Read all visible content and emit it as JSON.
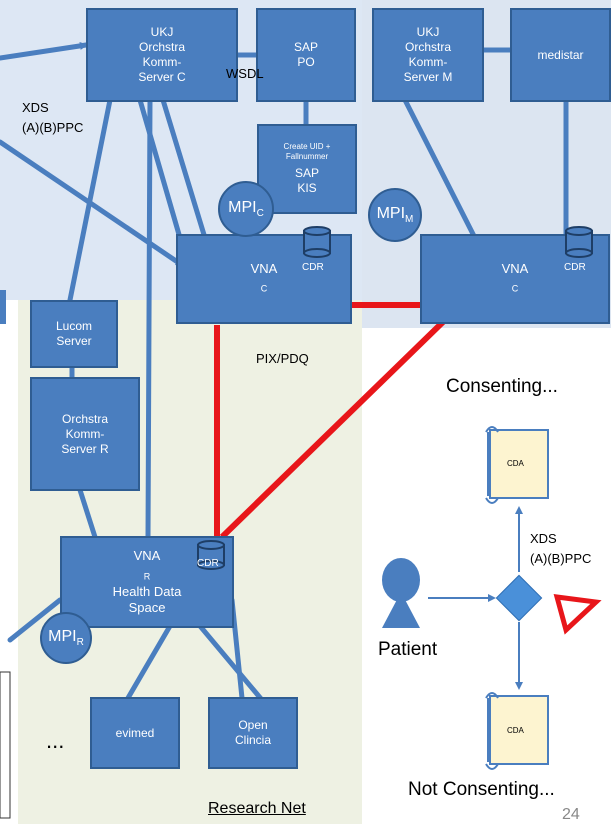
{
  "colors": {
    "top_bg": "#dde7f4",
    "research_bg": "#eef1e3",
    "box": "#4a7ebf",
    "box_border": "#2f5d92",
    "red": "#e8161a",
    "scroll": "#fdf4d0"
  },
  "boxes": {
    "ukj_c": "UKJ\nOrchstra\nKomm-\nServer C",
    "sap_po": "SAP\nPO",
    "ukj_m": "UKJ\nOrchstra\nKomm-\nServer M",
    "medistar": "medistar",
    "sap_kis_small": "Create UID +\nFallnummer",
    "sap_kis": "SAP\nKIS",
    "lucom": "Lucom\nServer",
    "orch_r": "Orchstra\nKomm-\nServer R",
    "evimed": "evimed",
    "open_clincia": "Open\nClincia"
  },
  "vna": {
    "c_left": "VNA",
    "c_right": "VNA",
    "sub_c": "C",
    "r_line1": "VNA",
    "r_sub": "R",
    "r_line2": "Health Data\nSpace"
  },
  "mpi": {
    "base": "MPI",
    "c": "C",
    "m": "M",
    "r": "R"
  },
  "cdr": "CDR",
  "labels": {
    "wsdl": "WSDL",
    "xds_left": "XDS\n(A)(B)PPC",
    "pix_pdq": "PIX/PDQ",
    "consenting": "Consenting...",
    "xds_right": "XDS\n(A)(B)PPC",
    "patient": "Patient",
    "not_consenting": "Not Consenting...",
    "research_net": "Research Net",
    "ellipsis": "...",
    "page_number": "24",
    "cda": "CDA"
  }
}
